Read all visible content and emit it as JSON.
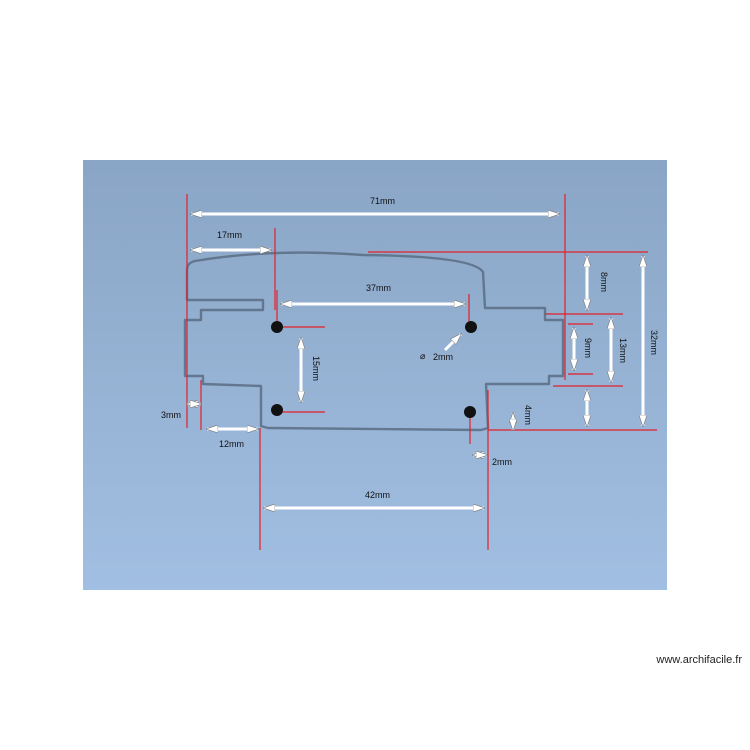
{
  "drawing": {
    "colors": {
      "background_top": "#8aa5c5",
      "background_bottom": "#9fbde0",
      "guide": "#e2202a",
      "outline": "#5b6c84",
      "hole": "#111111"
    },
    "dimensions": {
      "overall_width": "71mm",
      "left_width": "17mm",
      "hole_spacing_x": "37mm",
      "hole_diameter": "2mm",
      "hole_spacing_y": "15mm",
      "left_step": "3mm",
      "left_lower": "12mm",
      "base_width": "42mm",
      "right_offset": "2mm",
      "bottom_step": "4mm",
      "top_offset": "8mm",
      "tab_inner": "9mm",
      "tab_outer": "13mm",
      "overall_height": "32mm"
    }
  },
  "watermark": "www.archifacile.fr"
}
